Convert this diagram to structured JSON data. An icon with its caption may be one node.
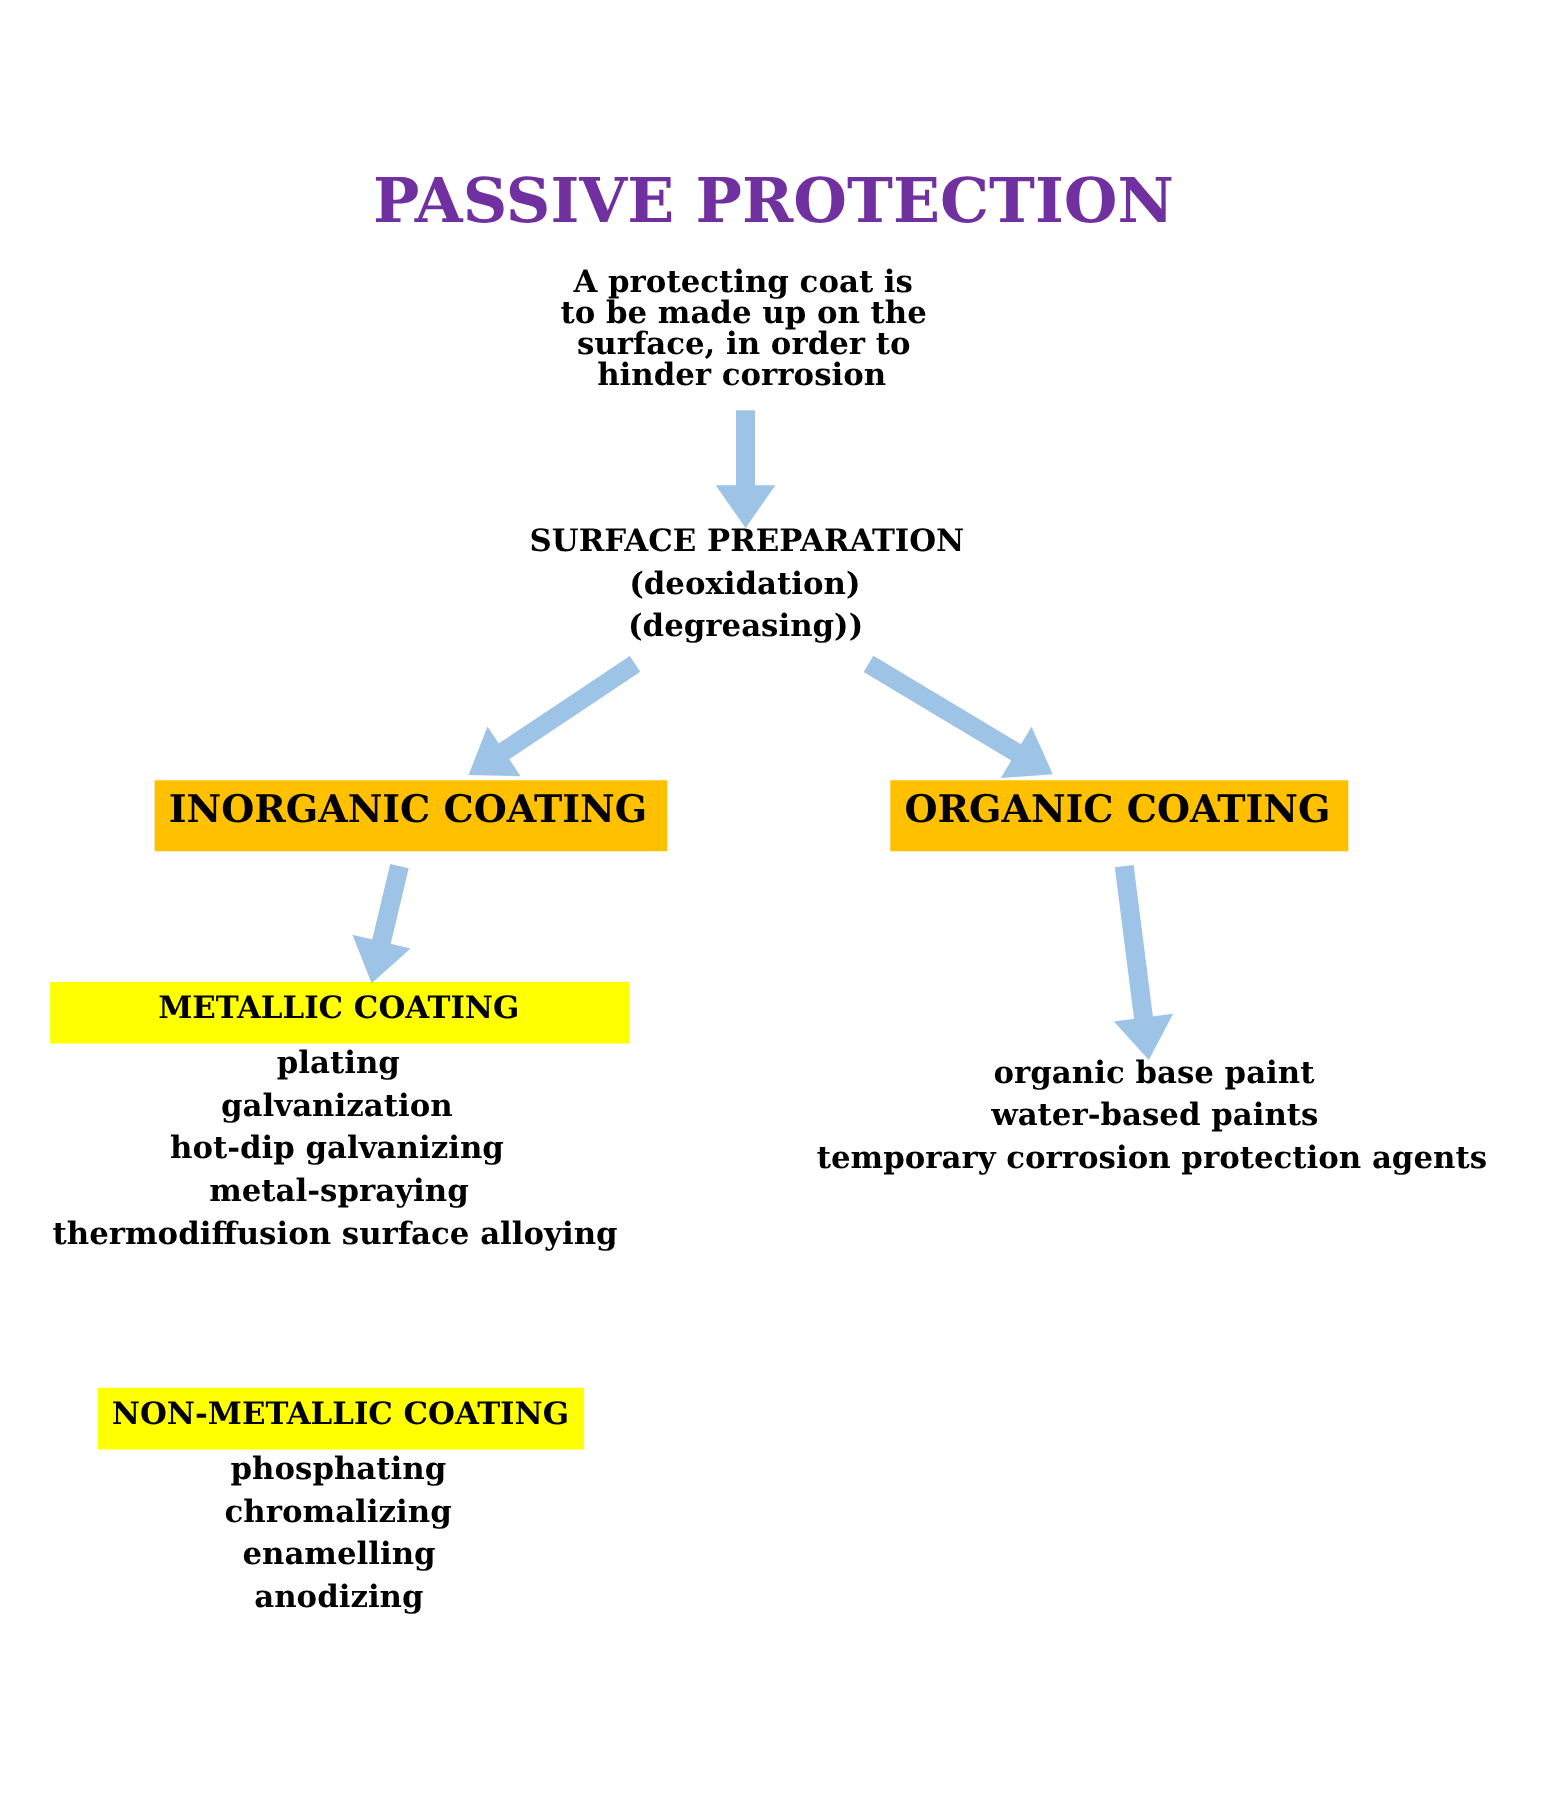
{
  "diagram": {
    "title": "PASSIVE PROTECTION",
    "nodes": [
      {
        "text": [
          "A protecting coat is to be made up on the surface, in order to hinder corrosion"
        ]
      },
      {
        "text": [
          "SURFACE PREPARATION",
          "(deoxidation)",
          "(degreasing))"
        ]
      },
      {
        "text": [
          "INORGANIC COATING"
        ]
      },
      {
        "text": [
          "ORGANIC COATING"
        ]
      },
      {
        "text": [
          "METALLIC COATING"
        ],
        "beside": [
          "plating",
          "galvanization",
          "hot-dip galvanizing",
          "metal-spraying",
          "thermodiffusion surface alloying"
        ]
      },
      {
        "text": [
          "organic base paint",
          "water-based paints",
          "temporary corrosion protection agents"
        ]
      },
      {
        "text": [
          "NON-METALLIC COATING"
        ],
        "beside": [
          "phosphating",
          "chromalizing",
          "enamelling",
          "anodizing"
        ]
      }
    ],
    "edges": [
      {
        "from": 0,
        "to": 1,
        "arrow": "to"
      },
      {
        "from": 1,
        "to": 2,
        "arrow": "to"
      },
      {
        "from": 1,
        "to": 3,
        "arrow": "to"
      },
      {
        "from": 2,
        "to": 4,
        "arrow": "to"
      },
      {
        "from": 3,
        "to": 5,
        "arrow": "to"
      }
    ]
  }
}
